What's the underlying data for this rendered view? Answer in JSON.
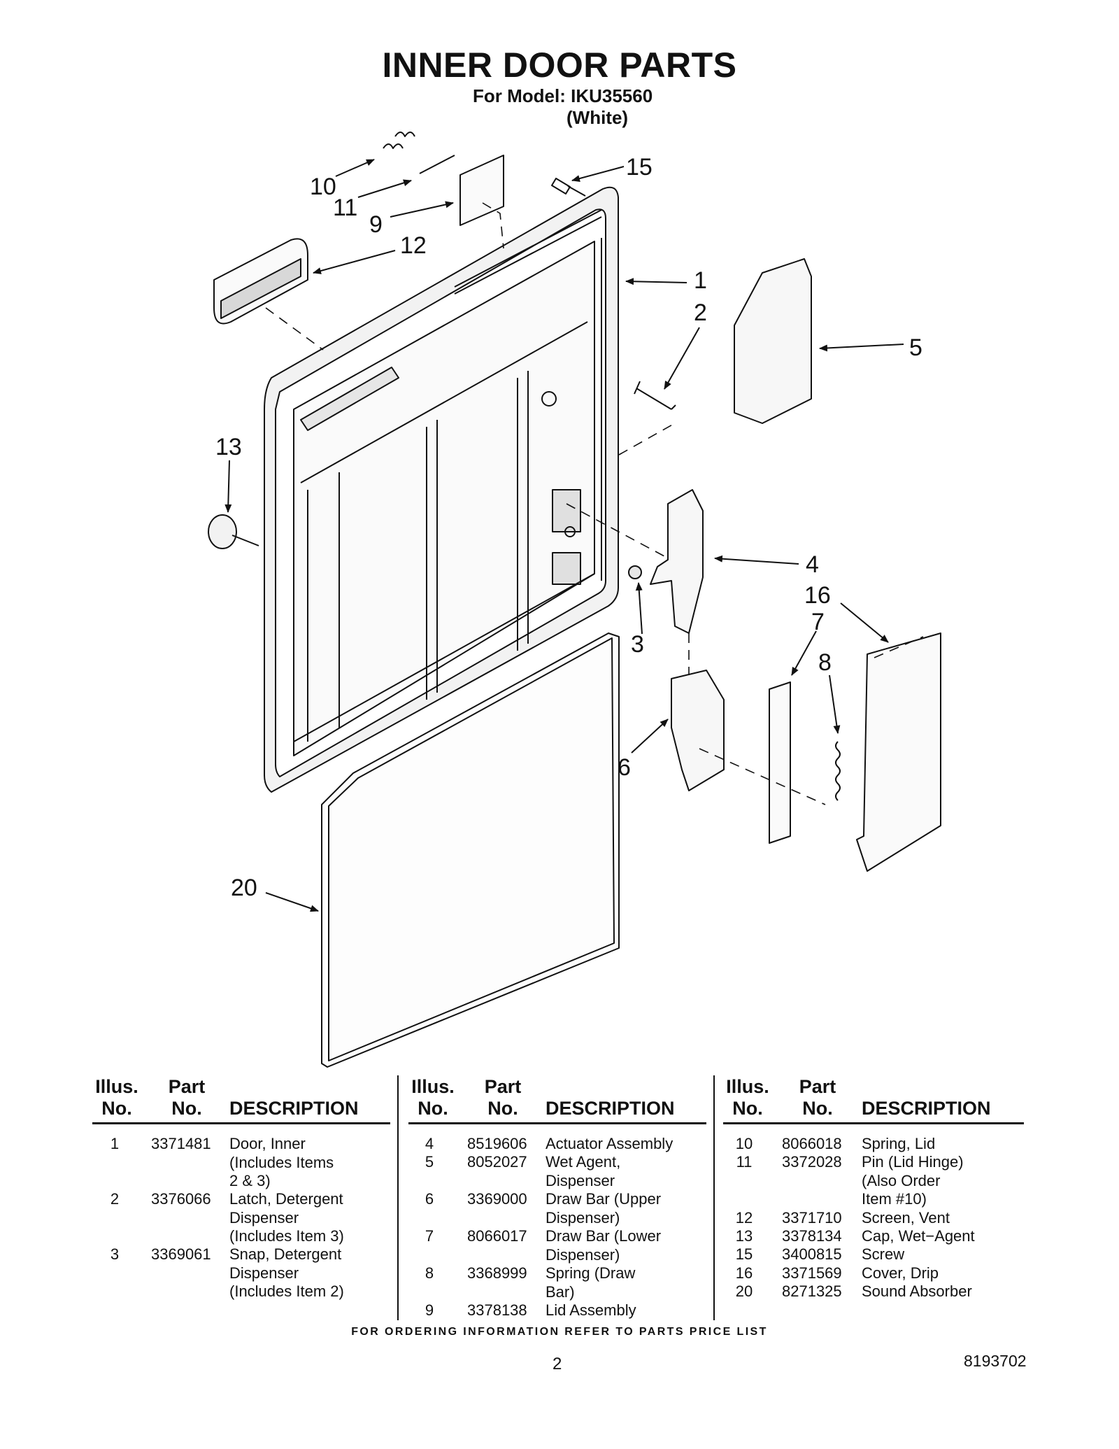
{
  "header": {
    "title": "INNER DOOR PARTS",
    "model_line": "For Model: IKU35560",
    "color_line": "(White)"
  },
  "diagram": {
    "callouts": [
      "10",
      "11",
      "9",
      "15",
      "12",
      "1",
      "2",
      "5",
      "13",
      "4",
      "16",
      "7",
      "3",
      "8",
      "6",
      "20"
    ]
  },
  "table": {
    "headers": {
      "illus": "Illus.\nNo.",
      "part": "Part\nNo.",
      "description": "DESCRIPTION"
    },
    "columns": [
      [
        {
          "illus": "1",
          "part": "3371481",
          "description": "Door, Inner\n(Includes Items\n2 & 3)"
        },
        {
          "illus": "2",
          "part": "3376066",
          "description": "Latch, Detergent\nDispenser\n(Includes Item 3)"
        },
        {
          "illus": "3",
          "part": "3369061",
          "description": "Snap, Detergent\nDispenser\n(Includes Item 2)"
        }
      ],
      [
        {
          "illus": "4",
          "part": "8519606",
          "description": "Actuator Assembly"
        },
        {
          "illus": "5",
          "part": "8052027",
          "description": "Wet Agent,\nDispenser"
        },
        {
          "illus": "6",
          "part": "3369000",
          "description": "Draw Bar (Upper\nDispenser)"
        },
        {
          "illus": "7",
          "part": "8066017",
          "description": "Draw Bar (Lower\nDispenser)"
        },
        {
          "illus": "8",
          "part": "3368999",
          "description": "Spring (Draw\nBar)"
        },
        {
          "illus": "9",
          "part": "3378138",
          "description": "Lid Assembly"
        }
      ],
      [
        {
          "illus": "10",
          "part": "8066018",
          "description": "Spring, Lid"
        },
        {
          "illus": "11",
          "part": "3372028",
          "description": "Pin (Lid Hinge)\n(Also Order\nItem #10)"
        },
        {
          "illus": "12",
          "part": "3371710",
          "description": "Screen, Vent"
        },
        {
          "illus": "13",
          "part": "3378134",
          "description": "Cap, Wet−Agent"
        },
        {
          "illus": "15",
          "part": "3400815",
          "description": "Screw"
        },
        {
          "illus": "16",
          "part": "3371569",
          "description": "Cover, Drip"
        },
        {
          "illus": "20",
          "part": "8271325",
          "description": "Sound Absorber"
        }
      ]
    ]
  },
  "footer": {
    "ordering_note": "FOR ORDERING INFORMATION REFER TO PARTS PRICE LIST",
    "page_number": "2",
    "document_number": "8193702"
  }
}
